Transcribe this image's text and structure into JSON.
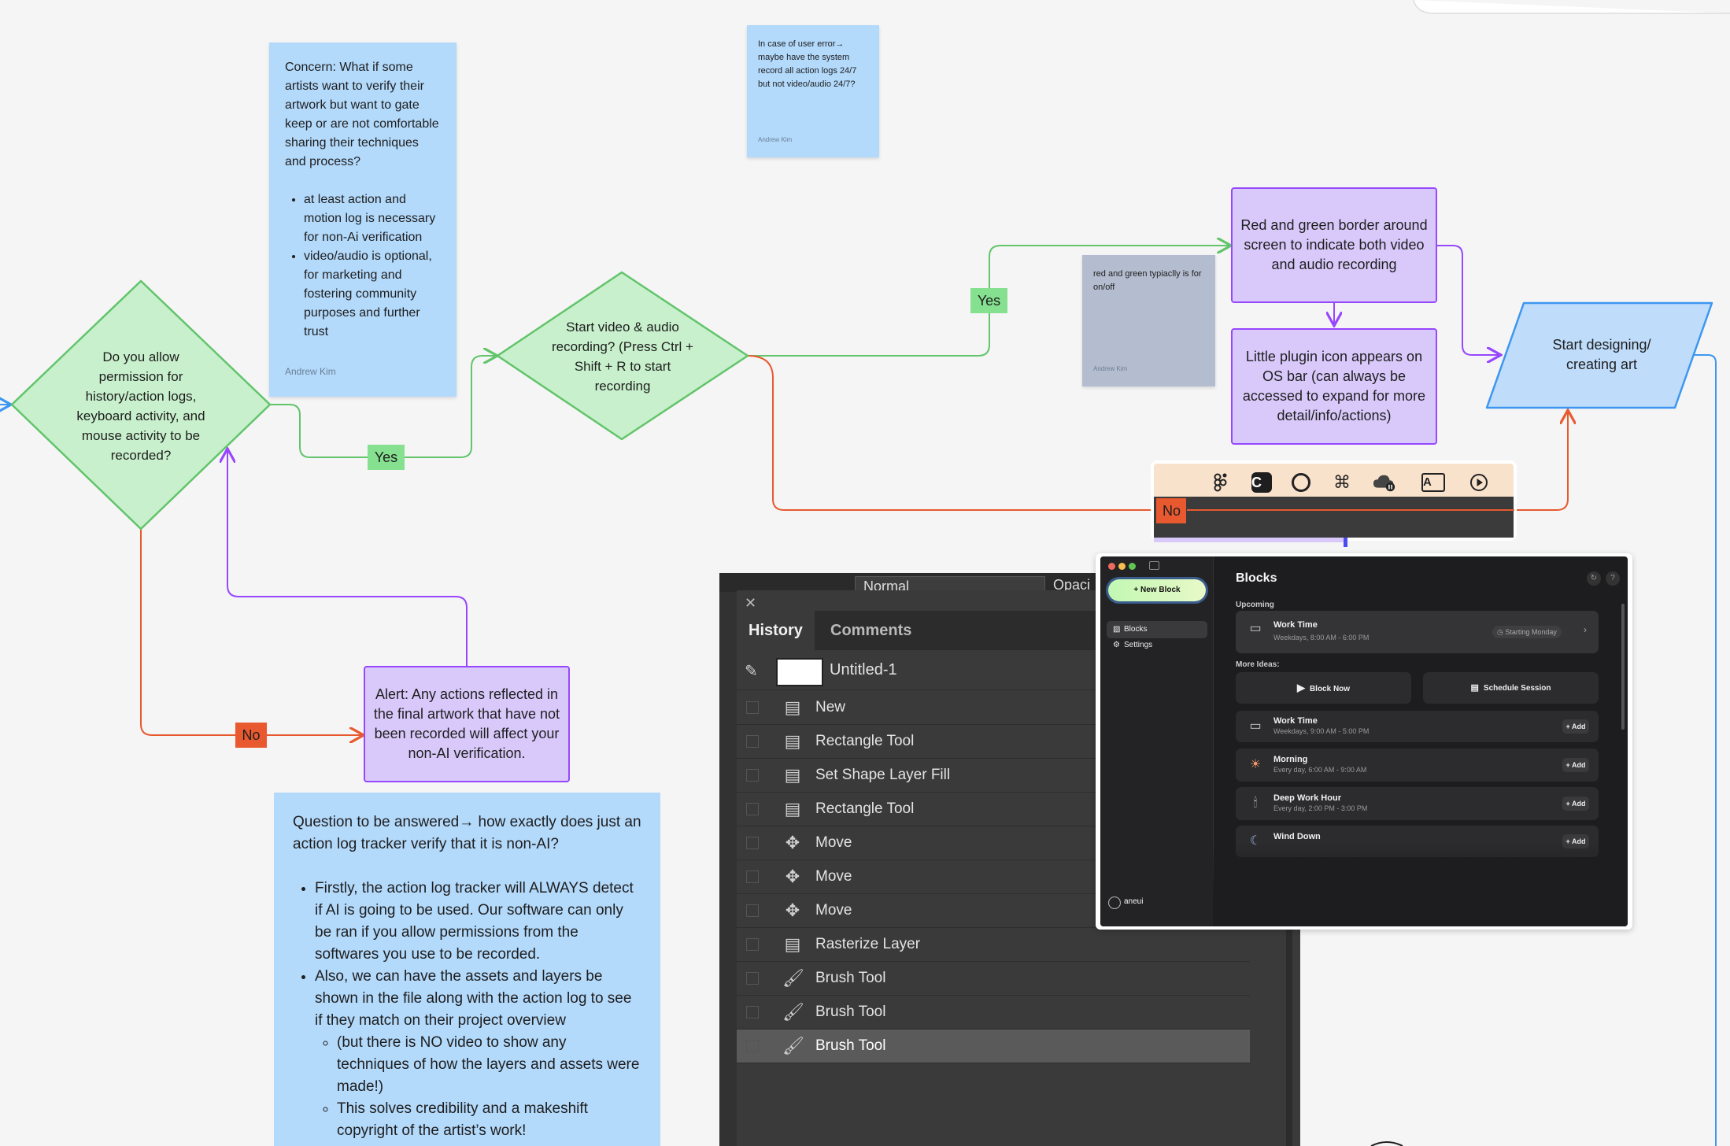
{
  "stickies": {
    "concern": {
      "text": "Concern: What if some artists want to verify their artwork but want to gate keep or are not comfortable sharing their techniques and process?",
      "bullets": [
        "at least action and motion log is necessary for non-Ai verification",
        "video/audio is optional, for marketing and fostering community purposes and further trust"
      ],
      "author": "Andrew Kim"
    },
    "user_error": {
      "text": "In case of user error→ maybe have the system record all action logs 24/7 but not video/audio 24/7?",
      "author": "Andrew Kim"
    },
    "red_green": {
      "text": "red and green typiaclly is for on/off",
      "author": "Andrew Kim"
    },
    "question": {
      "text": "Question to be answered→ how exactly does just an action log tracker verify that it is non-AI?",
      "bullets": [
        "Firstly, the action log tracker will ALWAYS detect if AI is going to be used. Our software can only be ran if you allow permissions from the softwares you use to be recorded.",
        "Also, we can have the assets and layers be shown in the file along with the action log to see if they match on their project overview"
      ],
      "sub_bullets": [
        "(but there is NO video to show any techniques of how the layers and assets were made!)",
        "This solves credibility and a makeshift copyright of the artist’s work!"
      ]
    }
  },
  "shapes": {
    "permission": "Do you allow permission for history/action logs, keyboard activity, and mouse activity to be recorded?",
    "start_recording": "Start video & audio recording? (Press Ctrl + Shift + R to start recording",
    "border": "Red and green border around screen to indicate both video and audio recording",
    "plugin_icon": "Little plugin icon appears on OS bar (can always be accessed to expand for more detail/info/actions)",
    "alert": "Alert: Any actions reflected in the final artwork that have not been recorded will affect your non-AI verification.",
    "start_designing": "Start designing/ creating art"
  },
  "connector_labels": {
    "yes1": "Yes",
    "yes2": "Yes",
    "no1": "No",
    "no2": "No"
  },
  "colors": {
    "decision_fill": "#c8f0cc",
    "decision_stroke": "#62c46b",
    "process_fill": "#d9c9fb",
    "process_stroke": "#9747ff",
    "io_fill": "#bfdcfa",
    "io_stroke": "#3d97f0",
    "sticky_blue": "#b3d9fb",
    "sticky_gray": "#b4bccf",
    "connector_green": "#62c46b",
    "connector_red": "#e8592f",
    "connector_purple": "#9747ff"
  },
  "os_bar": {
    "icons": [
      "figma-icon",
      "c-app-icon",
      "circle-icon",
      "command-icon",
      "cloud-pause-icon",
      "text-a-icon",
      "play-circle-icon"
    ]
  },
  "history_panel": {
    "tabs": [
      "History",
      "Comments"
    ],
    "blend_mode": "Normal",
    "opacity_label": "Opaci",
    "snapshot": "Untitled-1",
    "items": [
      {
        "label": "New",
        "icon": "document-icon"
      },
      {
        "label": "Rectangle Tool",
        "icon": "document-icon"
      },
      {
        "label": "Set Shape Layer Fill",
        "icon": "document-icon"
      },
      {
        "label": "Rectangle Tool",
        "icon": "document-icon"
      },
      {
        "label": "Move",
        "icon": "move-icon"
      },
      {
        "label": "Move",
        "icon": "move-icon"
      },
      {
        "label": "Move",
        "icon": "move-icon"
      },
      {
        "label": "Rasterize Layer",
        "icon": "document-icon"
      },
      {
        "label": "Brush Tool",
        "icon": "brush-icon"
      },
      {
        "label": "Brush Tool",
        "icon": "brush-icon"
      },
      {
        "label": "Brush Tool",
        "icon": "brush-icon"
      }
    ]
  },
  "blocks_app": {
    "new_block": "+ New Block",
    "nav": [
      "Blocks",
      "Settings"
    ],
    "user": "aneui",
    "title": "Blocks",
    "upcoming_label": "Upcoming",
    "upcoming": {
      "title": "Work Time",
      "sub": "Weekdays, 8:00 AM - 6:00 PM",
      "badge": "Starting Monday"
    },
    "more_label": "More Ideas:",
    "block_now": "Block Now",
    "schedule": "Schedule Session",
    "ideas": [
      {
        "title": "Work Time",
        "sub": "Weekdays, 9:00 AM - 5:00 PM",
        "action": "+ Add"
      },
      {
        "title": "Morning",
        "sub": "Every day, 6:00 AM - 9:00 AM",
        "action": "+ Add"
      },
      {
        "title": "Deep Work Hour",
        "sub": "Every day, 2:00 PM - 3:00 PM",
        "action": "+ Add"
      },
      {
        "title": "Wind Down",
        "sub": "",
        "action": "+ Add"
      }
    ]
  }
}
